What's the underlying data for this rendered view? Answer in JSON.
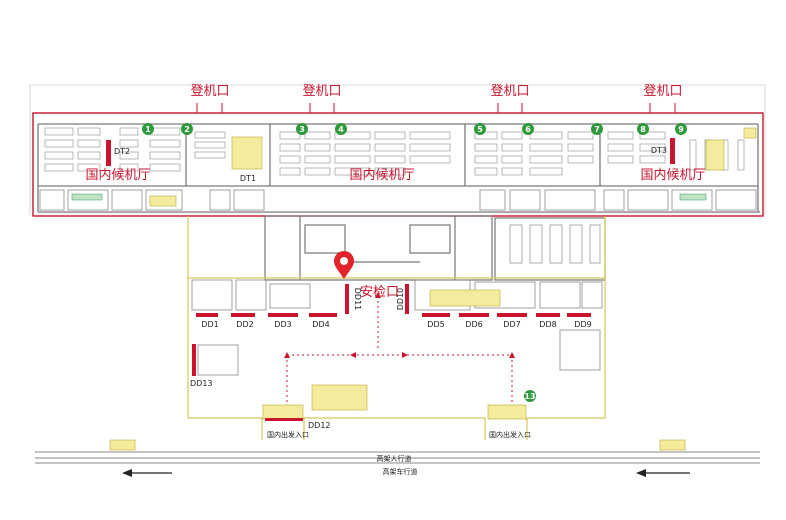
{
  "labels": {
    "boarding_gate": "登机口",
    "domestic_waiting_hall": "国内候机厅",
    "security_check": "安检口",
    "domestic_departure_entrance": "国内出发入口",
    "elevated_walkway": "高架人行道",
    "elevated_driveway": "高架车行道"
  },
  "gate_numbers": [
    "1",
    "2",
    "3",
    "4",
    "5",
    "6",
    "7",
    "8",
    "9",
    "13"
  ],
  "counters": [
    "DD1",
    "DD2",
    "DD3",
    "DD4",
    "DD5",
    "DD6",
    "DD7",
    "DD8",
    "DD9",
    "DD10",
    "DD11",
    "DD12",
    "DD13"
  ],
  "dt_labels": [
    "DT1",
    "DT2",
    "DT3"
  ],
  "colors": {
    "accent_red": "#c8142c",
    "gate_green": "#2f9a3b",
    "outline_yellow": "#d8c85a",
    "structure_gray": "#666666"
  },
  "icons": {
    "location_pin": "location-pin-icon",
    "arrow_left": "arrow-left-icon"
  }
}
